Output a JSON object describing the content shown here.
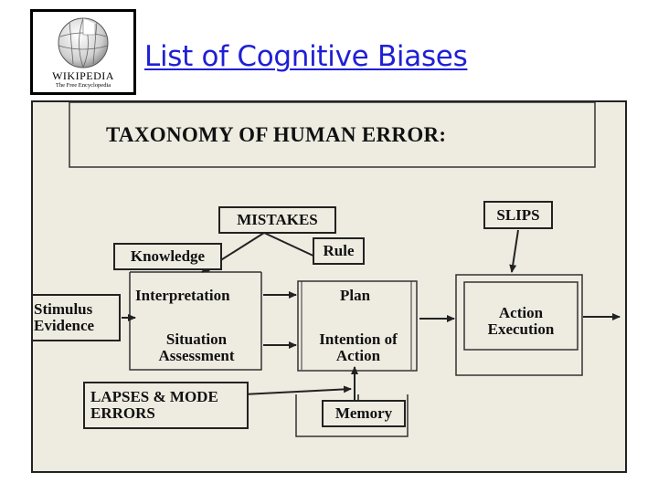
{
  "logo": {
    "wordmark": "Wikipedia",
    "tagline": "The Free Encyclopedia",
    "icon": "wikipedia-globe-icon"
  },
  "header": {
    "title": "List of Cognitive Biases"
  },
  "diagram": {
    "heading": "TAXONOMY OF HUMAN ERROR:",
    "nodes": {
      "mistakes": "MISTAKES",
      "slips": "SLIPS",
      "knowledge": "Knowledge",
      "rule": "Rule",
      "stimulus": "Stimulus Evidence",
      "interpretation": "Interpretation",
      "situation": "Situation Assessment",
      "plan": "Plan",
      "intention": "Intention of Action",
      "action": "Action Execution",
      "lapses": "LAPSES & MODE ERRORS",
      "memory": "Memory"
    },
    "colors": {
      "background": "#eeebe1",
      "stroke": "#222222"
    }
  }
}
